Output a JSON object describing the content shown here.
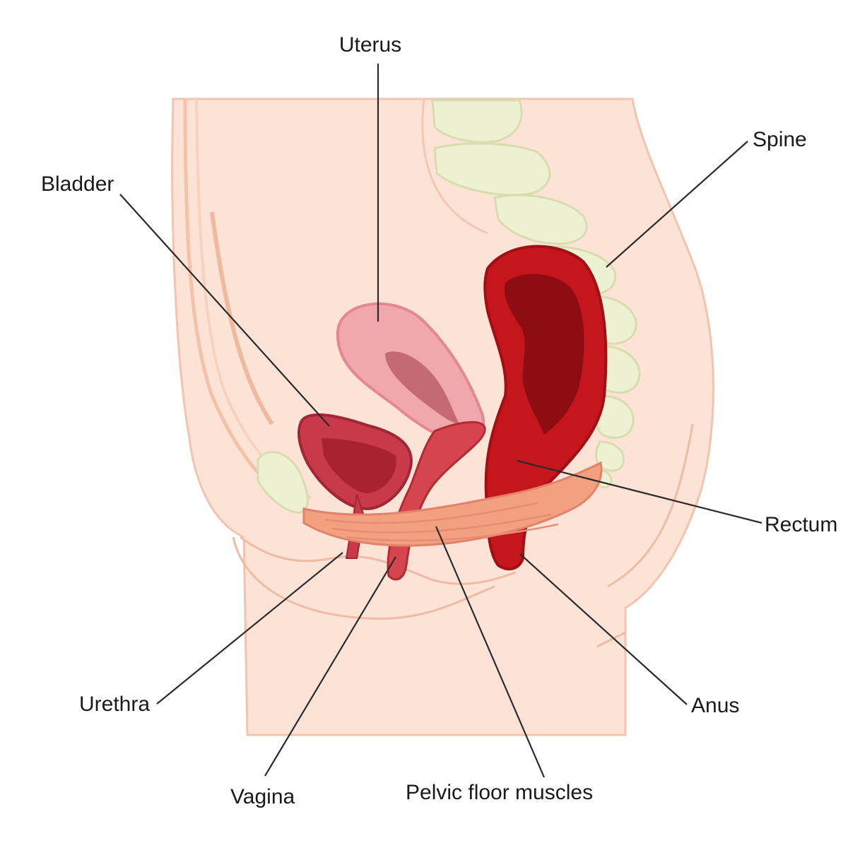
{
  "labels": {
    "uterus": "Uterus",
    "spine": "Spine",
    "bladder": "Bladder",
    "rectum": "Rectum",
    "urethra": "Urethra",
    "anus": "Anus",
    "vagina": "Vagina",
    "pelvic_floor": "Pelvic floor muscles"
  },
  "colors": {
    "skin": "#fde3d6",
    "skin_outline": "#f2c4ae",
    "bone": "#eef0d2",
    "bladder": "#c83a4a",
    "uterus": "#f0a7ad",
    "rectum": "#c4161c",
    "muscle": "#f2a080"
  }
}
